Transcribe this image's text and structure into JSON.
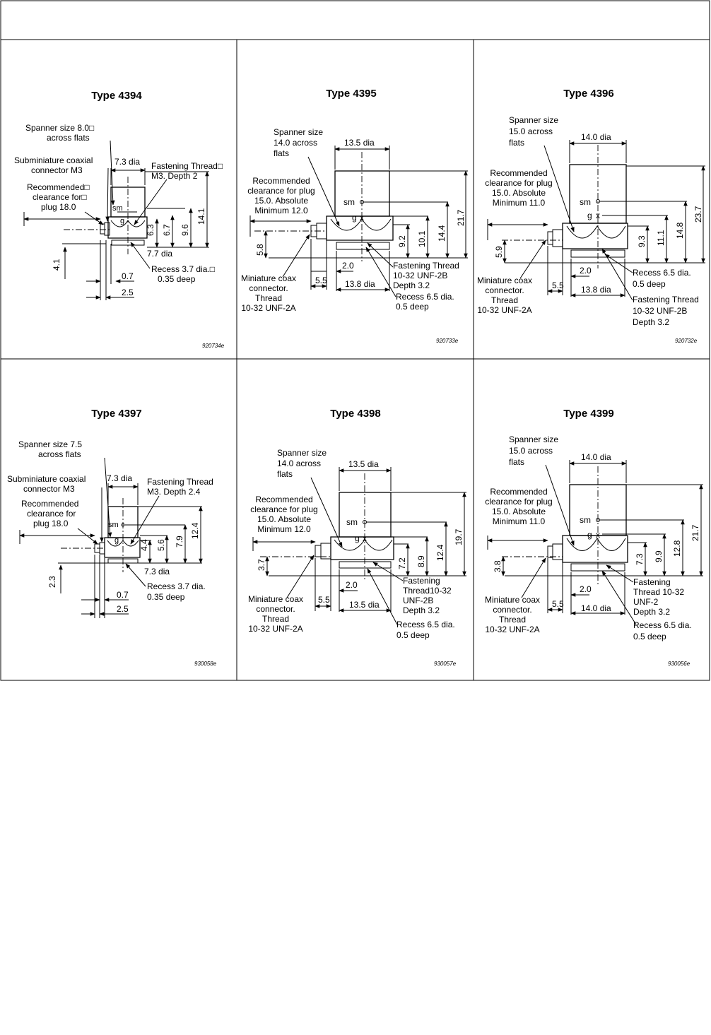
{
  "panels": [
    {
      "title": "Type 4394",
      "code": "920734e",
      "labels": {
        "spanner": [
          "Spanner size 8.0□",
          "across flats"
        ],
        "connector": [
          "Subminiature coaxial",
          "connector M3"
        ],
        "clearance": [
          "Recommended□",
          "clearance for□",
          "plug 18.0"
        ],
        "thread": [
          "Fastening Thread□",
          "M3. Depth 2"
        ],
        "top_dia": "7.3 dia",
        "base_dia": "7.7 dia",
        "recess": [
          "Recess 3.7 dia.□",
          "0.35 deep"
        ],
        "d_07": "0.7",
        "d_25": "2.5",
        "d_41": "4.1",
        "d_63": "6.3",
        "d_67": "6.7",
        "d_96": "9.6",
        "d_141": "14.1",
        "sm": "sm",
        "g": "g"
      }
    },
    {
      "title": "Type 4395",
      "code": "920733e",
      "labels": {
        "spanner": [
          "Spanner size",
          "14.0 across",
          "flats"
        ],
        "top_dia": "13.5 dia",
        "clearance": [
          "Recommended",
          "clearance for plug",
          "15.0. Absolute",
          "Minimum 12.0"
        ],
        "sm": "sm",
        "g": "g",
        "x": "x",
        "d_58": "5.8",
        "d_92": "9.2",
        "d_101": "10.1",
        "d_144": "14.4",
        "d_217": "21.7",
        "d_20": "2.0",
        "d_55": "5.5",
        "base_dia": "13.8 dia",
        "connector": [
          "Miniature coax",
          "connector.",
          "Thread",
          "10-32 UNF-2A"
        ],
        "thread": [
          "Fastening Thread",
          "10-32 UNF-2B",
          "Depth 3.2"
        ],
        "recess": [
          "Recess 6.5 dia.",
          "0.5 deep"
        ]
      }
    },
    {
      "title": "Type 4396",
      "code": "920732e",
      "labels": {
        "spanner": [
          "Spanner size",
          "15.0 across",
          "flats"
        ],
        "top_dia": "14.0 dia",
        "clearance": [
          "Recommended",
          "clearance for plug",
          "15.0. Absolute",
          "Minimum 11.0"
        ],
        "sm": "sm",
        "g": "g",
        "x": "x",
        "d_59": "5.9",
        "d_93": "9.3",
        "d_111": "11.1",
        "d_148": "14.8",
        "d_237": "23.7",
        "d_20": "2.0",
        "d_55": "5.5",
        "base_dia": "13.8 dia",
        "connector": [
          "Miniature coax",
          "connector.",
          "Thread",
          "10-32 UNF-2A"
        ],
        "recess": [
          "Recess 6.5 dia.",
          "0.5 deep"
        ],
        "thread": [
          "Fastening Thread",
          "10-32 UNF-2B",
          "Depth 3.2"
        ]
      }
    },
    {
      "title": "Type 4397",
      "code": "930058e",
      "labels": {
        "spanner": [
          "Spanner size 7.5",
          "across flats"
        ],
        "connector": [
          "Subminiature coaxial",
          "connector M3"
        ],
        "clearance": [
          "Recommended",
          "clearance for",
          "plug 18.0"
        ],
        "top_dia": "7.3 dia",
        "thread": [
          "Fastening Thread",
          "M3. Depth 2.4"
        ],
        "base_dia": "7.3 dia",
        "recess": [
          "Recess 3.7 dia.",
          "0.35 deep"
        ],
        "d_07": "0.7",
        "d_25": "2.5",
        "d_23": "2.3",
        "d_44": "4.4",
        "d_56": "5.6",
        "d_79": "7.9",
        "d_124": "12.4",
        "sm": "sm",
        "g": "g"
      }
    },
    {
      "title": "Type 4398",
      "code": "930057e",
      "labels": {
        "spanner": [
          "Spanner size",
          "14.0 across",
          "flats"
        ],
        "top_dia": "13.5 dia",
        "clearance": [
          "Recommended",
          "clearance for plug",
          "15.0. Absolute",
          "Minimum 12.0"
        ],
        "sm": "sm",
        "g": "g",
        "x": "x",
        "d_37": "3.7",
        "d_72": "7.2",
        "d_89": "8.9",
        "d_124": "12.4",
        "d_197": "19.7",
        "d_20": "2.0",
        "d_55": "5.5",
        "base_dia": "13.5 dia",
        "connector": [
          "Miniature coax",
          "connector.",
          "Thread",
          "10-32 UNF-2A"
        ],
        "thread": [
          "Fastening",
          "Thread10-32",
          "UNF-2B",
          "Depth 3.2"
        ],
        "recess": [
          "Recess 6.5 dia.",
          "0.5 deep"
        ]
      }
    },
    {
      "title": "Type 4399",
      "code": "930056e",
      "labels": {
        "spanner": [
          "Spanner size",
          "15.0 across",
          "flats"
        ],
        "top_dia": "14.0 dia",
        "clearance": [
          "Recommended",
          "clearance for plug",
          "15.0. Absolute",
          "Minimum 11.0"
        ],
        "sm": "sm",
        "g": "g",
        "x": "x",
        "d_38": "3.8",
        "d_73": "7.3",
        "d_99": "9.9",
        "d_128": "12.8",
        "d_217": "21.7",
        "d_20": "2.0",
        "d_55": "5.5",
        "base_dia": "14.0 dia",
        "connector": [
          "Miniature coax",
          "connector.",
          "Thread",
          "10-32 UNF-2A"
        ],
        "thread": [
          "Fastening",
          "Thread 10-32",
          "UNF-2",
          "Depth 3.2"
        ],
        "recess": [
          "Recess 6.5 dia.",
          "0.5 deep"
        ]
      }
    }
  ]
}
